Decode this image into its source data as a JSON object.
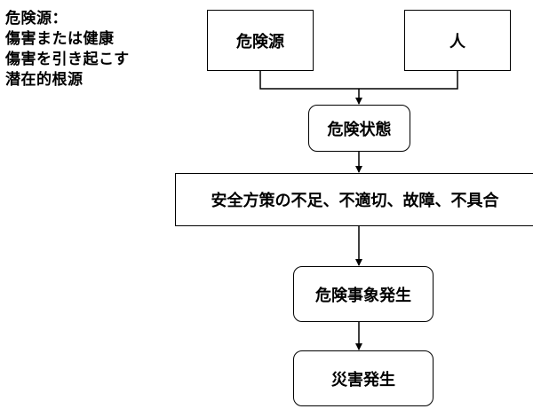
{
  "note": {
    "lines": [
      "危険源：",
      "傷害または健康",
      "傷害を引き起こす",
      "潜在的根源"
    ]
  },
  "boxes": {
    "hazard": "危険源",
    "person": "人",
    "state": "危険状態",
    "measures": "安全方策の不足、不適切、故障、不具合",
    "event": "危険事象発生",
    "disaster": "災害発生"
  },
  "colors": {
    "line": "#000000",
    "box_border": "#000000",
    "background": "#ffffff"
  }
}
